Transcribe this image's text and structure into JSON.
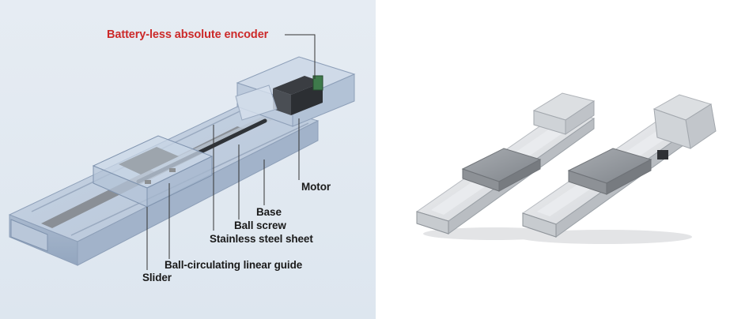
{
  "diagram": {
    "labels": {
      "encoder": "Battery-less absolute encoder",
      "motor": "Motor",
      "base": "Base",
      "ball_screw": "Ball screw",
      "steel_sheet": "Stainless steel sheet",
      "linear_guide": "Ball-circulating linear guide",
      "slider": "Slider"
    },
    "colors": {
      "panel_background": "#e2e9f1",
      "highlight_label": "#cc2a2a",
      "label_text": "#1a1a1a",
      "leader_line": "#333333"
    }
  },
  "photo": {
    "items": [
      "actuator-standard-photo",
      "actuator-motor-folded-photo"
    ]
  }
}
